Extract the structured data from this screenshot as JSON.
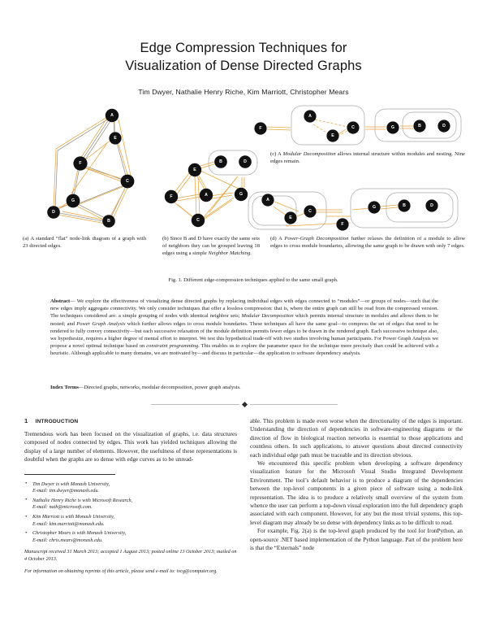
{
  "paper": {
    "title_line1": "Edge Compression Techniques for",
    "title_line2": "Visualization of Dense Directed Graphs",
    "authors": "Tim Dwyer, Nathalie Henry Riche, Kim Marriott, Christopher Mears"
  },
  "figure": {
    "main_caption": "Fig. 1. Different edge-compression techniques applied to the same small graph.",
    "subcaptions": {
      "a": "(a) A standard “flat” node-link diagram of a graph with 23 directed edges.",
      "b_pre": "(b) Since B and D have exactly the same sets of neighbors they can be grouped leaving 18 edges using a simple ",
      "b_em": "Neighbor Matching",
      "b_post": ".",
      "c_pre": "(c) A ",
      "c_em": "Modular Decomposition",
      "c_post": " allows internal structure within modules and nesting. Nine edges remain.",
      "d_pre": "(d) A ",
      "d_em": "Power-Graph Decomposition",
      "d_post": " further relaxes the definition of a module to allow edges to cross module boundaries, allowing the same graph to be drawn with only 7 edges."
    },
    "graph_nodes": {
      "a": [
        "A",
        "E",
        "F",
        "C",
        "G",
        "D",
        "B"
      ],
      "b": [
        "E",
        "F",
        "A",
        "C",
        "G",
        "B",
        "D"
      ],
      "c": [
        "F",
        "A",
        "E",
        "C",
        "G",
        "B",
        "D"
      ],
      "d": [
        "F",
        "A",
        "E",
        "C",
        "G",
        "B",
        "D"
      ]
    }
  },
  "abstract": {
    "label": "Abstract",
    "dash": "—",
    "text_1": " We explore the effectiveness of visualizing dense directed graphs by replacing individual edges with edges connected to “modules”—or groups of nodes—such that the new edges imply aggregate connectivity. We only consider techniques that offer a lossless compression: that is, where the entire graph can still be read from the compressed version. The techniques considered are: a simple grouping of nodes with identical neighbor sets; ",
    "em_1": "Modular Decomposition",
    "text_2": " which permits internal structure in modules and allows them to be nested; and ",
    "em_2": "Power Graph Analysis",
    "text_3": " which further allows edges to cross module boundaries. These techniques all have the same goal—to compress the set of edges that need to be rendered to fully convey connectivity—but each successive relaxation of the module definition permits fewer edges to be drawn in the rendered graph. Each successive technique also, we hypothesize, requires a higher degree of mental effort to interpret. We test this hypothetical trade-off with two studies involving human participants. For Power Graph Analysis we propose a novel optimal technique based on ",
    "em_3": "constraint programming",
    "text_4": ". This enables us to explore the parameter space for the technique more precisely than could be achieved with a heuristic. Although applicable to many domains, we are motivated by—and discuss in particular—the application to software dependency analysis.",
    "index_label": "Index Terms",
    "index_text": "—Directed graphs, networks, modular decomposition, power graph analysis."
  },
  "body": {
    "section_number": "1",
    "section_title": "INTRODUCTION",
    "left_p1": "Tremendous work has been focused on the visualization of graphs, i.e. data structures composed of nodes connected by edges. This work has yielded techniques allowing the display of a large number of elements. However, the usefulness of these representations is doubtful when the graphs are so dense with edge curves as to be unread-",
    "right_p1": "able. This problem is made even worse when the directionality of the edges is important. Understanding the direction of dependencies in software-engineering diagrams or the direction of flow in biological reaction networks is essential to those applications and countless others. In such applications, to answer questions about directed connectivity each individual edge path must be traceable and its direction obvious.",
    "right_p2": "We encountered this specific problem when developing a software dependency visualization feature for the Microsoft Visual Studio Integrated Development Environment. The tool’s default behavior is to produce a diagram of the dependencies between the top-level components in a given piece of software using a node-link representation. The idea is to produce a relatively small overview of the system from whence the user can perform a top-down visual exploration into the full dependency graph associated with each component. However, for any but the most trivial systems, this top-level diagram may already be so dense with dependency links as to be difficult to read.",
    "right_p3": "For example, Fig. 2(a) is the top-level graph produced by the tool for IronPython, an open-source .NET based implementation of the Python language. Part of the problem here is that the “Externals” node"
  },
  "footnotes": {
    "authors": [
      {
        "affiliation": "Tim Dwyer is with Monash University,",
        "email": "E-mail: tim.dwyer@monash.edu."
      },
      {
        "affiliation": "Nathalie Henry Riche is with Microsoft Research,",
        "email": "E-mail: nath@microsoft.com."
      },
      {
        "affiliation": "Kim Marriott is with Monash University,",
        "email": "E-mail: kim.marriott@monash.edu."
      },
      {
        "affiliation": "Christopher Mears is with Monash University,",
        "email": "E-mail: chris.mears@monash.edu."
      }
    ],
    "manuscript": "Manuscript received 31 March 2013; accepted 1 August 2013; posted online 13 October 2013; mailed on 4 October 2013.",
    "reprints": "For information on obtaining reprints of this article, please send e-mail to: tvcg@computer.org."
  },
  "colors": {
    "edge_orange": "#e8a33d",
    "edge_gray": "#9a9288",
    "node_fill": "#111111",
    "module_stroke": "#a8a8a8"
  }
}
